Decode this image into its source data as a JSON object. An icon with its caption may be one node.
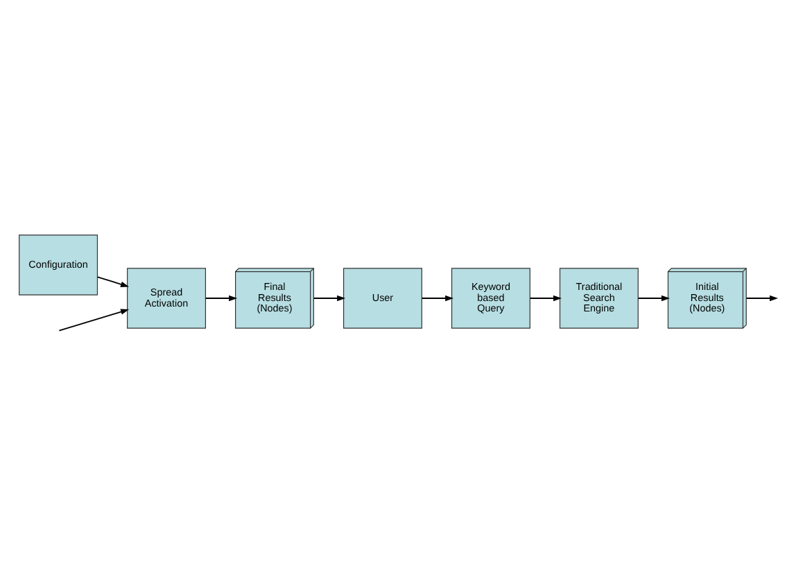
{
  "diagram": {
    "nodes": [
      {
        "text": [
          "Keyword based Query"
        ]
      },
      {
        "text": [
          "Traditional Search Engine"
        ]
      },
      {
        "text": [
          "Initial Results (Nodes)"
        ]
      },
      {
        "text": [
          "User"
        ]
      },
      {
        "text": [
          "Final Results (Nodes)"
        ]
      },
      {
        "text": [
          "Spread Activation"
        ]
      },
      {
        "text": [
          "Configuration"
        ]
      }
    ],
    "edges": [
      {
        "from": 3,
        "to": 0,
        "arrow": "to"
      },
      {
        "from": 0,
        "to": 1,
        "arrow": "to"
      },
      {
        "from": 1,
        "to": 2,
        "arrow": "to"
      },
      {
        "from": 2,
        "to": null,
        "arrow": "to"
      },
      {
        "from": null,
        "to": 5,
        "arrow": "to"
      },
      {
        "from": 5,
        "to": 4,
        "arrow": "to"
      },
      {
        "from": 4,
        "to": 3,
        "arrow": "to"
      },
      {
        "from": 6,
        "to": 5,
        "arrow": "to"
      }
    ]
  }
}
